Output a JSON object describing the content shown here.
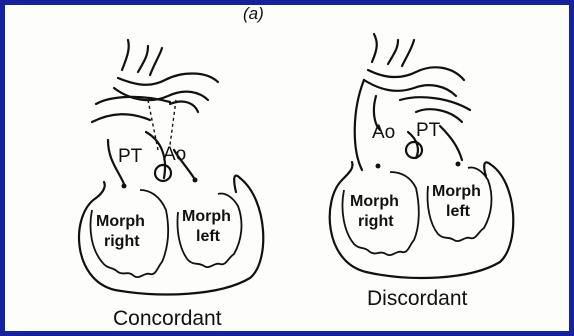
{
  "figure": {
    "panel_label": "(a)",
    "frame_color": "#1522a0"
  },
  "left_heart": {
    "caption": "Concordant",
    "great_artery_1": "PT",
    "great_artery_2": "Ao",
    "ventricle_right": [
      "Morph",
      "right"
    ],
    "ventricle_left": [
      "Morph",
      "left"
    ]
  },
  "right_heart": {
    "caption": "Discordant",
    "great_artery_1": "Ao",
    "great_artery_2": "PT",
    "ventricle_right": [
      "Morph",
      "right"
    ],
    "ventricle_left": [
      "Morph",
      "left"
    ]
  }
}
